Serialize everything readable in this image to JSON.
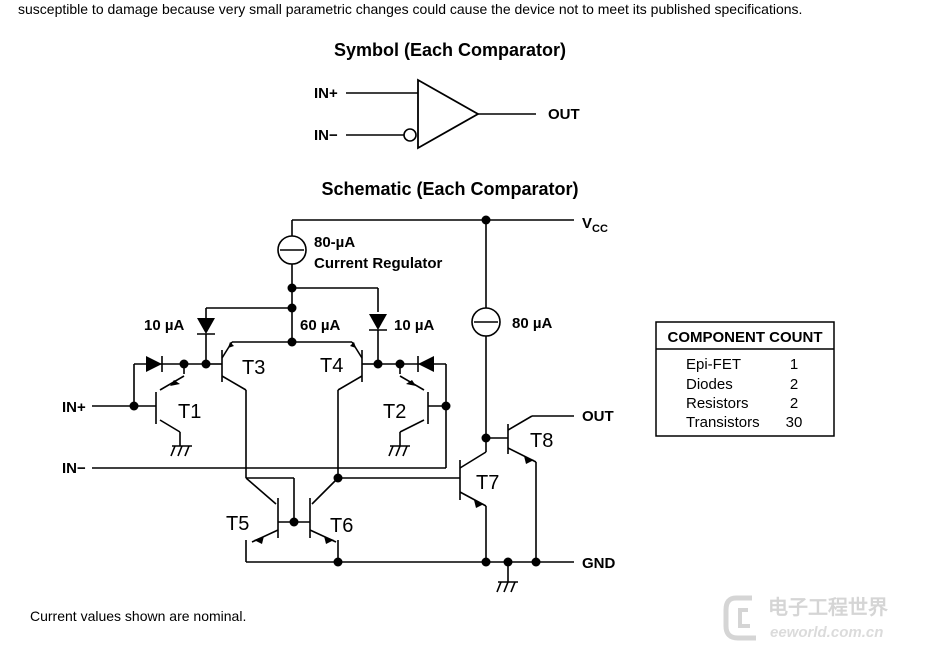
{
  "header_text": "susceptible to damage because very small parametric changes could cause the device not to meet its published specifications.",
  "symbol": {
    "title": "Symbol (Each Comparator)",
    "in_plus": "IN+",
    "in_minus": "IN−",
    "out": "OUT"
  },
  "schematic": {
    "title": "Schematic (Each Comparator)",
    "vcc_main": "V",
    "vcc_sub": "CC",
    "regulator_current": "80-µA",
    "regulator_label": "Current Regulator",
    "source_10ua_left": "10 µA",
    "source_60ua": "60 µA",
    "source_10ua_right": "10 µA",
    "source_80ua": "80 µA",
    "in_plus": "IN+",
    "in_minus": "IN−",
    "out": "OUT",
    "gnd": "GND",
    "transistors": [
      "T1",
      "T2",
      "T3",
      "T4",
      "T5",
      "T6",
      "T7",
      "T8"
    ]
  },
  "component_count": {
    "title": "COMPONENT COUNT",
    "rows": [
      {
        "name": "Epi-FET",
        "count": "1"
      },
      {
        "name": "Diodes",
        "count": "2"
      },
      {
        "name": "Resistors",
        "count": "2"
      },
      {
        "name": "Transistors",
        "count": "30"
      }
    ]
  },
  "footnote": "Current values shown are nominal.",
  "watermark": {
    "cn_text": "电子工程世界",
    "url_text": "eeworld.com.cn"
  }
}
